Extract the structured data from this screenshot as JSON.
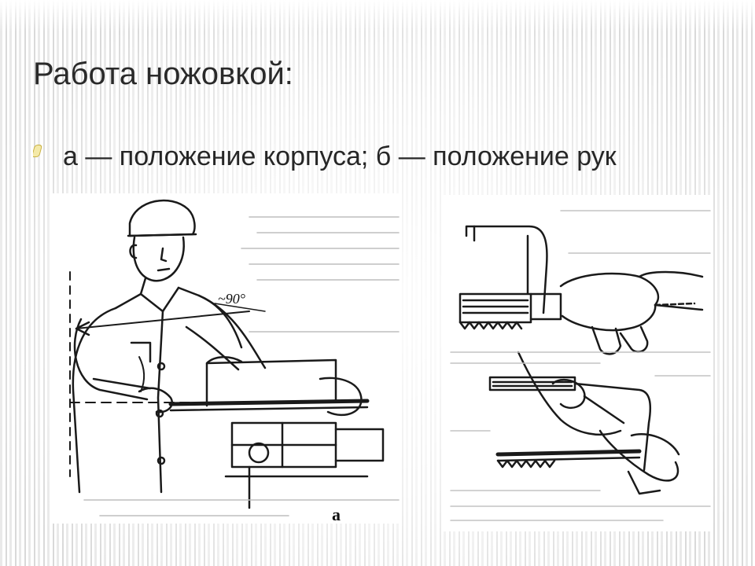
{
  "slide": {
    "title": "Работа ножовкой:",
    "bullet_text": "а — положение корпуса; б — положение рук"
  },
  "figure_a": {
    "angle_label": "~90°",
    "letter": "а"
  },
  "icons": {
    "bullet": "bullet-icon"
  }
}
